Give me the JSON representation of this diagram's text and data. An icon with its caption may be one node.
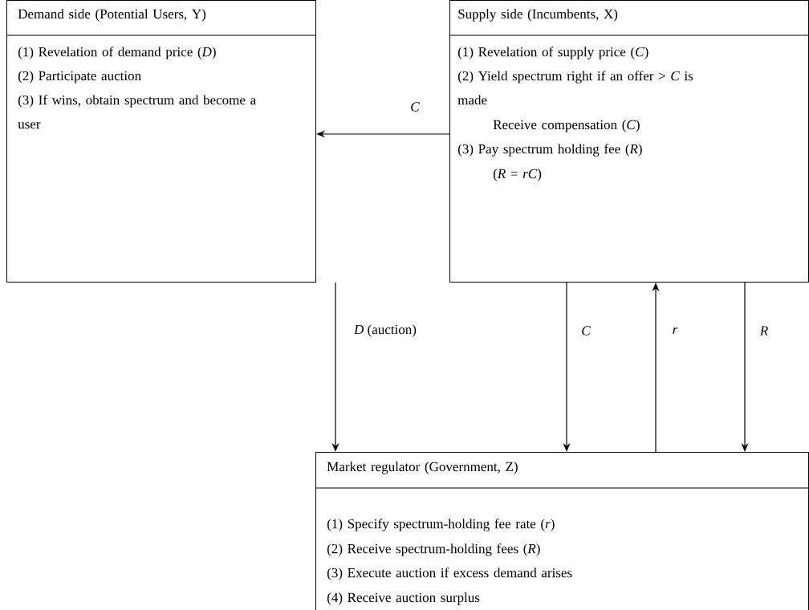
{
  "diagram": {
    "nodes": [
      {
        "text": [
          "Demand side (Potential Users, Y)",
          "(1) Revelation of demand price (*D*)",
          "(2) Participate auction",
          "(3) If wins, obtain spectrum and become a user"
        ]
      },
      {
        "text": [
          "Supply side (Incumbents, X)",
          "(1) Revelation of supply price (*C*)",
          "(2) Yield spectrum right if an offer > *C* is made",
          "Receive compensation (*C*)",
          "(3) Pay spectrum holding fee (*R*)",
          "(*R* = *rC*)"
        ]
      },
      {
        "text": [
          "Market regulator (Government, Z)",
          "(1) Specify spectrum-holding fee rate (*r*)",
          "(2) Receive spectrum-holding fees (*R*)",
          "(3) Execute auction if excess demand arises",
          "(4) Receive auction surplus"
        ]
      }
    ],
    "edges": [
      {
        "from": 1,
        "to": 0,
        "arrow": "to",
        "label": "C"
      },
      {
        "from": 0,
        "to": 2,
        "arrow": "to",
        "label": "*D* (auction)"
      },
      {
        "from": 1,
        "to": 2,
        "arrow": "to",
        "label": "C"
      },
      {
        "from": 2,
        "to": 1,
        "arrow": "to",
        "label": "r"
      },
      {
        "from": 1,
        "to": 2,
        "arrow": "to",
        "label": "R"
      }
    ]
  }
}
